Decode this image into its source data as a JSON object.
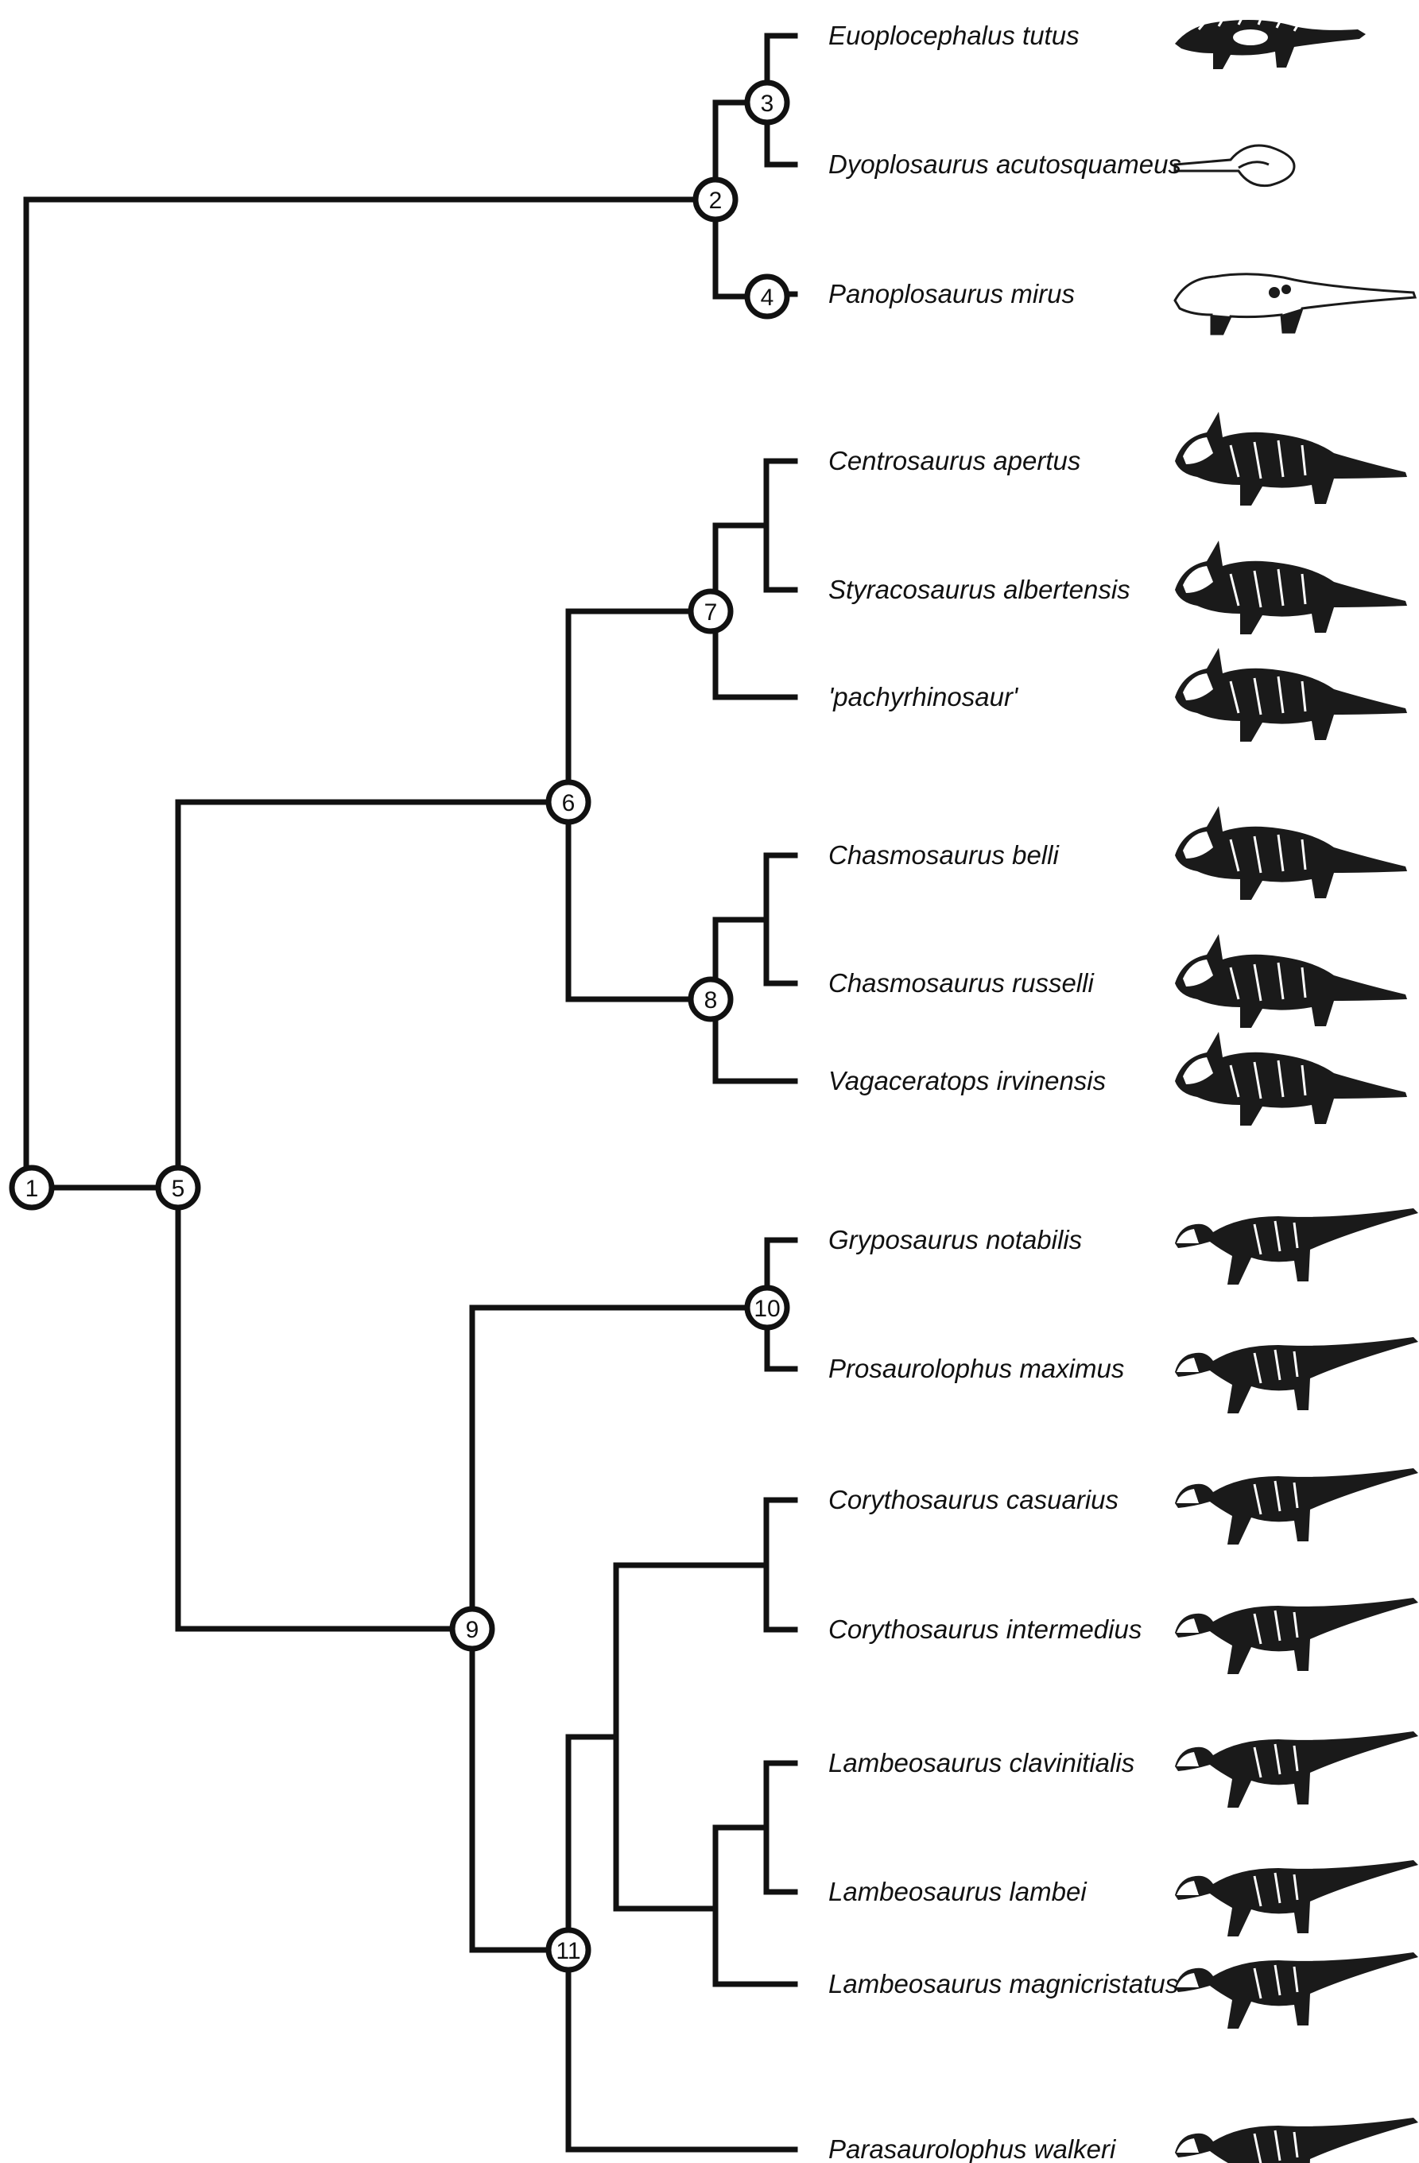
{
  "colors": {
    "line": "#111111",
    "background": "#ffffff"
  },
  "nodes": [
    {
      "id": "1",
      "label": "1"
    },
    {
      "id": "2",
      "label": "2"
    },
    {
      "id": "3",
      "label": "3"
    },
    {
      "id": "4",
      "label": "4"
    },
    {
      "id": "5",
      "label": "5"
    },
    {
      "id": "6",
      "label": "6"
    },
    {
      "id": "7",
      "label": "7"
    },
    {
      "id": "8",
      "label": "8"
    },
    {
      "id": "9",
      "label": "9"
    },
    {
      "id": "10",
      "label": "10"
    },
    {
      "id": "11",
      "label": "11"
    }
  ],
  "taxa": [
    {
      "name": "Euoplocephalus tutus",
      "group": "ankylosaur"
    },
    {
      "name": "Dyoplosaurus acutosquameus",
      "group": "ankylosaur-tail"
    },
    {
      "name": "Panoplosaurus mirus",
      "group": "nodosaur"
    },
    {
      "name": "Centrosaurus apertus",
      "group": "ceratopsian"
    },
    {
      "name": "Styracosaurus albertensis",
      "group": "ceratopsian"
    },
    {
      "name": "'pachyrhinosaur'",
      "group": "ceratopsian"
    },
    {
      "name": "Chasmosaurus belli",
      "group": "ceratopsian"
    },
    {
      "name": "Chasmosaurus russelli",
      "group": "ceratopsian"
    },
    {
      "name": "Vagaceratops irvinensis",
      "group": "ceratopsian"
    },
    {
      "name": "Gryposaurus notabilis",
      "group": "hadrosaur"
    },
    {
      "name": "Prosaurolophus maximus",
      "group": "hadrosaur"
    },
    {
      "name": "Corythosaurus casuarius",
      "group": "hadrosaur"
    },
    {
      "name": "Corythosaurus intermedius",
      "group": "hadrosaur"
    },
    {
      "name": "Lambeosaurus clavinitialis",
      "group": "hadrosaur"
    },
    {
      "name": "Lambeosaurus lambei",
      "group": "hadrosaur"
    },
    {
      "name": "Lambeosaurus magnicristatus",
      "group": "hadrosaur"
    },
    {
      "name": "Parasaurolophus walkeri",
      "group": "hadrosaur"
    }
  ]
}
